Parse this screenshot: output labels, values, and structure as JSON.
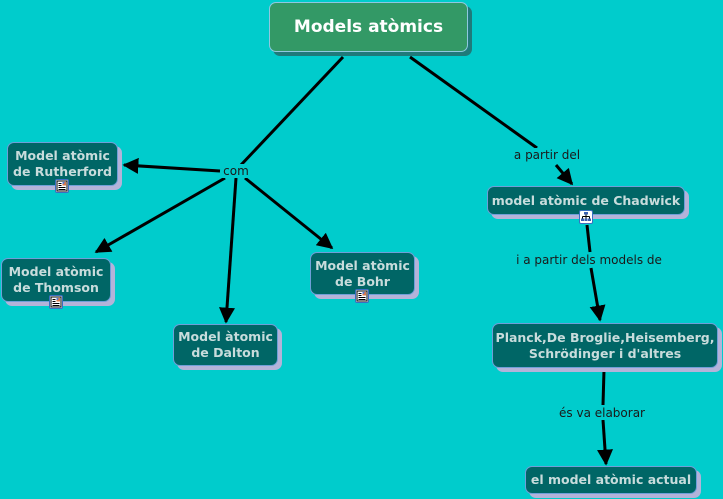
{
  "map": {
    "background": "#00cccc",
    "root": {
      "label": "Models atòmics",
      "color": "#339966"
    },
    "node_color": "#006666",
    "link_phrases": {
      "com": "com",
      "a_partir_del": "a partir del",
      "i_a_partir": "i a partir dels models de",
      "es_va_elaborar": "és va elaborar"
    },
    "nodes": {
      "rutherford": {
        "label": "Model atòmic\nde Rutherford",
        "resource_icon": "document-icon"
      },
      "thomson": {
        "label": "Model atòmic\nde Thomson",
        "resource_icon": "document-icon"
      },
      "dalton": {
        "label": "Model àtomic\nde Dalton"
      },
      "bohr": {
        "label": "Model atòmic\nde Bohr",
        "resource_icon": "document-icon"
      },
      "chadwick": {
        "label": "model atòmic de Chadwick",
        "resource_icon": "concept-map-icon"
      },
      "planck": {
        "label": "Planck,De Broglie,Heisemberg,\nSchrödinger i d'altres"
      },
      "actual": {
        "label": "el model atòmic actual"
      }
    }
  }
}
